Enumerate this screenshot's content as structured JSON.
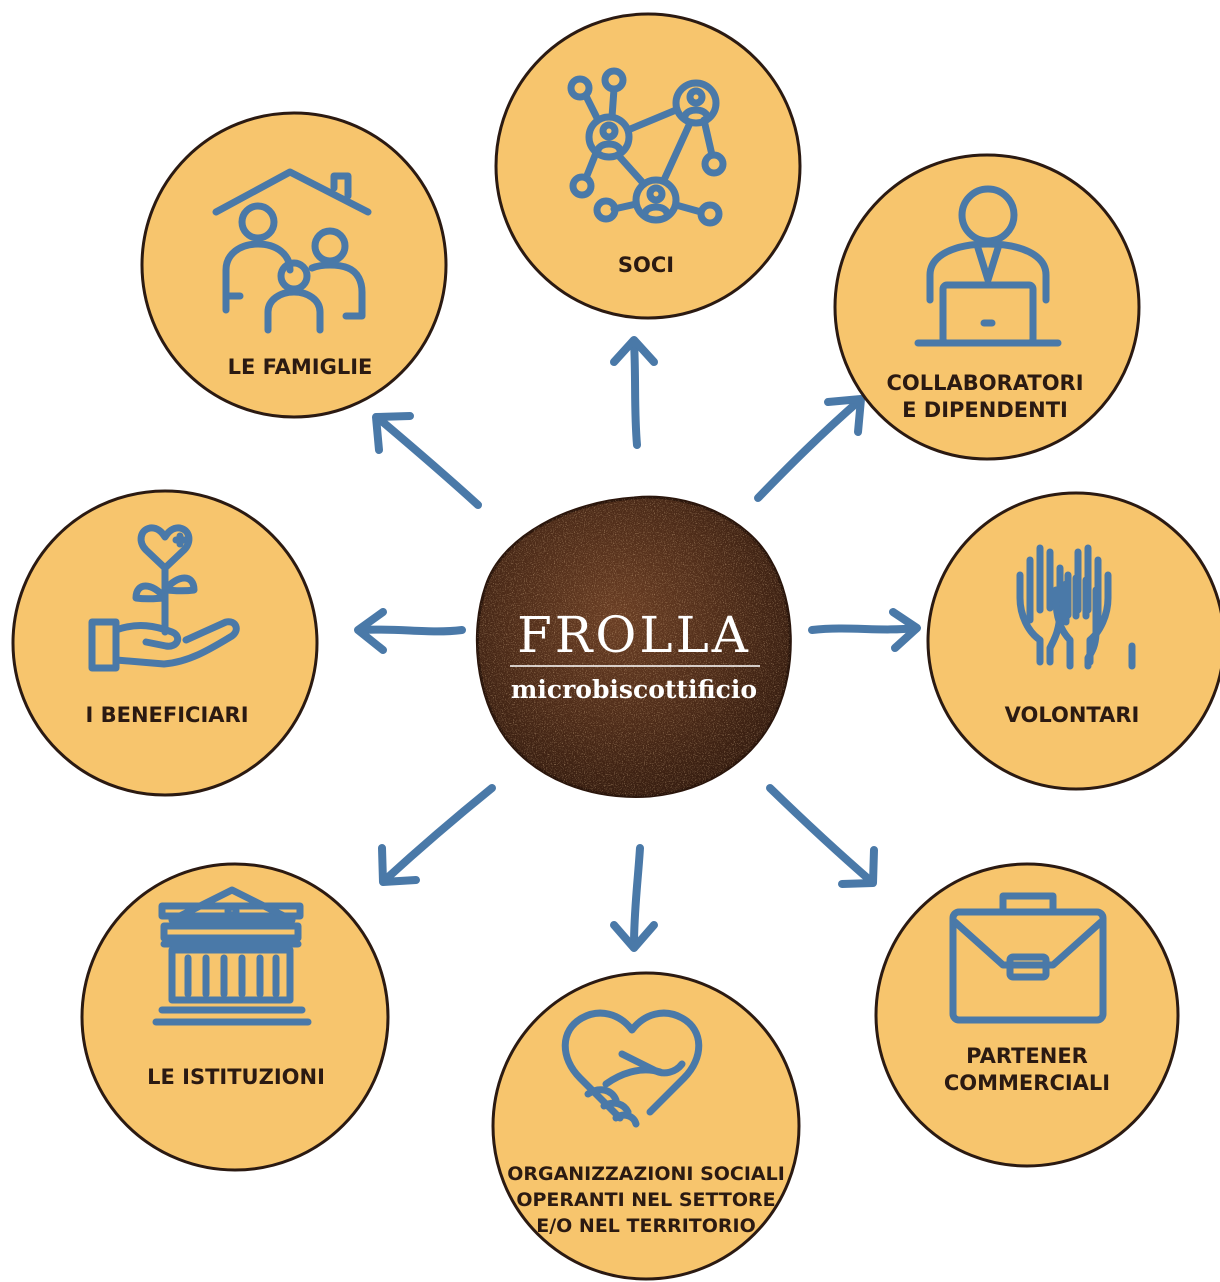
{
  "center": {
    "title": "FROLLA",
    "subtitle": "microbiscottificio"
  },
  "stakeholders": {
    "soci": {
      "lines": [
        "SOCI"
      ],
      "icon": "network-people-icon"
    },
    "collaboratori": {
      "lines": [
        "COLLABORATORI",
        "E DIPENDENTI"
      ],
      "icon": "person-laptop-icon"
    },
    "volontari": {
      "lines": [
        "VOLONTARI"
      ],
      "icon": "raised-hands-icon"
    },
    "partner": {
      "lines": [
        "PARTENER",
        "COMMERCIALI"
      ],
      "icon": "briefcase-icon"
    },
    "organizzazioni": {
      "lines": [
        "ORGANIZZAZIONI SOCIALI",
        "OPERANTI NEL SETTORE",
        "E/O NEL TERRITORIO"
      ],
      "icon": "heart-handshake-icon"
    },
    "istituzioni": {
      "lines": [
        "LE ISTITUZIONI"
      ],
      "icon": "institution-building-icon"
    },
    "beneficiari": {
      "lines": [
        "I BENEFICIARI"
      ],
      "icon": "hand-plant-heart-icon"
    },
    "famiglie": {
      "lines": [
        "LE FAMIGLIE"
      ],
      "icon": "family-house-icon"
    }
  },
  "colors": {
    "circle_fill": "#f7c56d",
    "circle_stroke": "#2b1a12",
    "icon_blue": "#4a79a8",
    "center_brown": "#4a2a1a"
  }
}
